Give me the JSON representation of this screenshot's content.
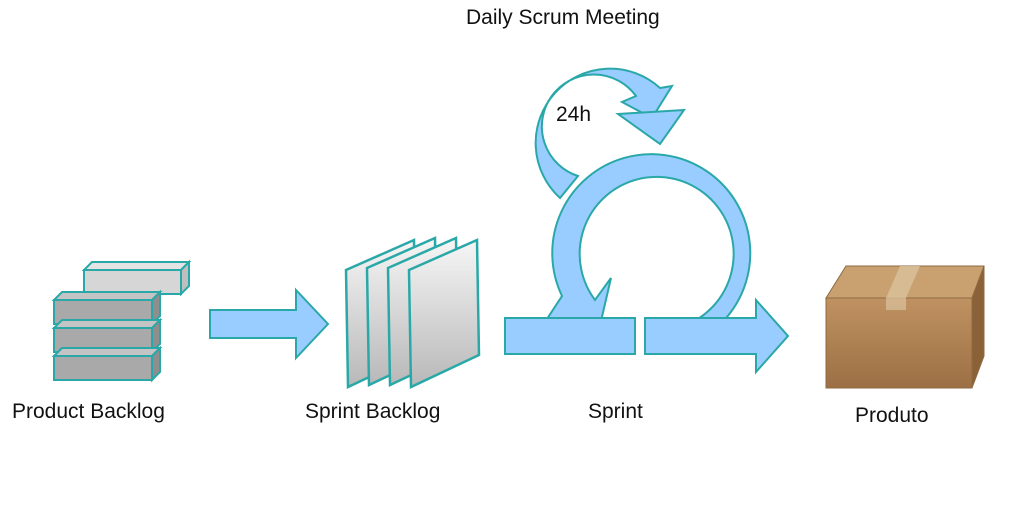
{
  "title": "Daily Scrum Meeting",
  "cycle_label": "24h",
  "stages": [
    {
      "label": "Product Backlog"
    },
    {
      "label": "Sprint Backlog"
    },
    {
      "label": "Sprint"
    },
    {
      "label": "Produto"
    }
  ],
  "colors": {
    "arrow_fill": "#99ccff",
    "arrow_stroke": "#2aa8a8",
    "block_fill": "#a9a9a9",
    "sheet_stroke": "#2aa8a8",
    "box_fill": "#b98a55"
  }
}
